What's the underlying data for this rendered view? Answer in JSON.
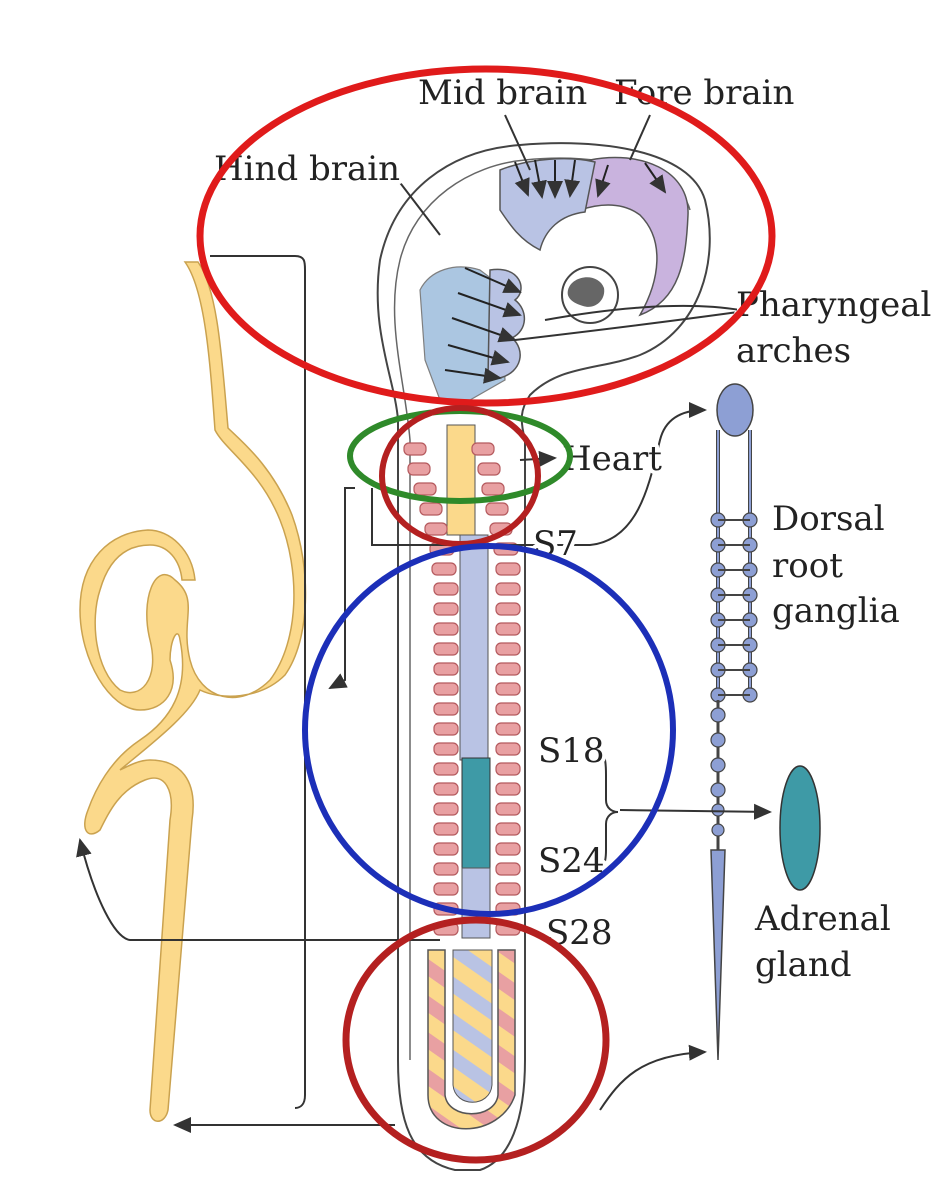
{
  "labels": {
    "mid_brain": "Mid brain",
    "fore_brain": "Fore brain",
    "hind_brain": "Hind brain",
    "pharyngeal_1": "Pharyngeal",
    "pharyngeal_2": "arches",
    "heart": "Heart",
    "s7": "S7",
    "dorsal_1": "Dorsal",
    "dorsal_2": "root",
    "dorsal_3": "ganglia",
    "s18": "S18",
    "s24": "S24",
    "s28": "S28",
    "adrenal_1": "Adrenal",
    "adrenal_2": "gland"
  },
  "colors": {
    "somite": "#e8a0a2",
    "somite_stroke": "#b55a5e",
    "neural_tube": "#b9c3e4",
    "forebrain": "#c9b3de",
    "hindbrain_blue": "#8fb3d8",
    "yellow": "#fbd98b",
    "adrenal_teal": "#3e9aa6",
    "ganglia": "#8d9fd4",
    "outline": "#333333",
    "annot_red": "#e01b1b",
    "annot_darkred": "#b42020",
    "annot_green": "#2f8a2a",
    "annot_blue": "#1c2fb8"
  }
}
